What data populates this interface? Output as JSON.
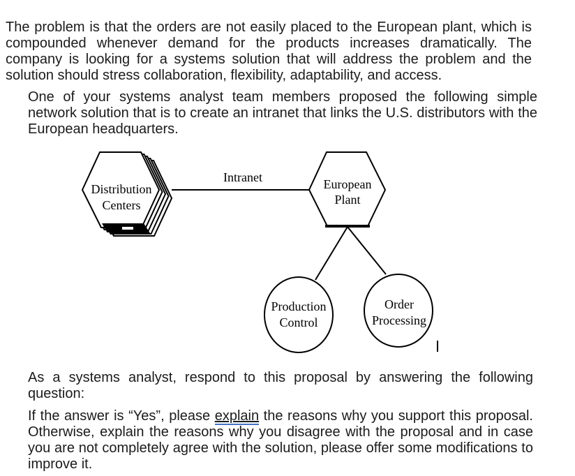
{
  "document": {
    "paragraph1": "The problem is that the orders are not easily placed to the European plant, which is compounded whenever demand for the products increases dramatically. The company is looking for a systems solution that will address the problem and the solution should stress collaboration, flexibility, adaptability, and access.",
    "paragraph2": "One of your systems analyst team members proposed the following simple network solution that is to create an intranet that links the U.S. distributors with the European headquarters.",
    "paragraph3": "As a systems analyst, respond to this proposal by answering the following question:",
    "paragraph4_before": "If the answer is “Yes”, please ",
    "paragraph4_underlined_word": "explain",
    "paragraph4_after": " the reasons why you support this proposal. Otherwise, explain the reasons why you disagree with the proposal and in case you are not completely agree with the solution, please offer some modifications to improve it."
  },
  "diagram": {
    "connection_label": "Intranet",
    "nodes": {
      "distribution_centers": {
        "shape": "stacked-hexagon",
        "line1": "Distribution",
        "line2": "Centers"
      },
      "european_plant": {
        "shape": "hexagon",
        "line1": "European",
        "line2": "Plant"
      },
      "production_control": {
        "shape": "circle",
        "line1": "Production",
        "line2": "Control"
      },
      "order_processing": {
        "shape": "circle",
        "line1": "Order",
        "line2": "Processing"
      }
    }
  },
  "colors": {
    "ink": "#000000",
    "underline_accent": "#4472c4"
  }
}
